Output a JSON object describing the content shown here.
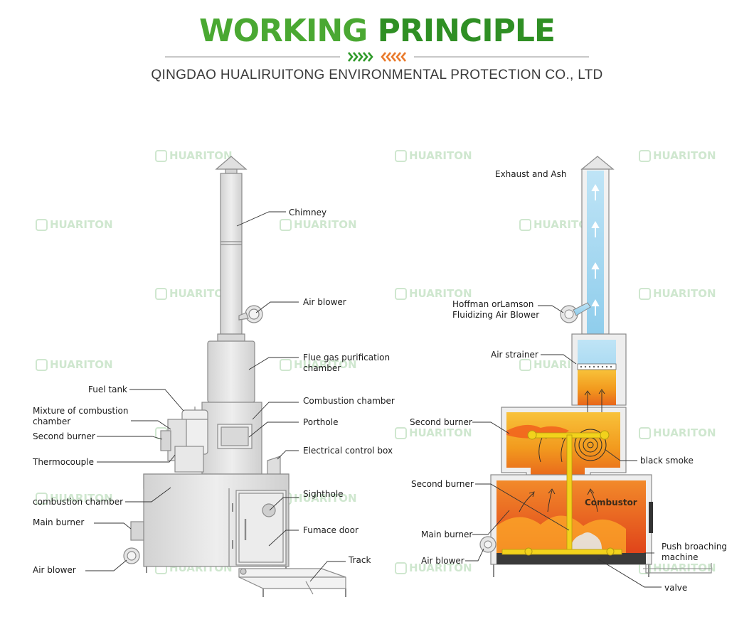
{
  "header": {
    "title_part1": "WORKING",
    "title_part2": "PRINCIPLE",
    "subtitle": "QINGDAO HUALIRUITONG ENVIRONMENTAL PROTECTION CO., LTD"
  },
  "watermark": {
    "text": "HUARITON"
  },
  "colors": {
    "title_green_light": "#4aa832",
    "title_green_dark": "#2f8f24",
    "arrow_green": "#2f9a2a",
    "arrow_orange": "#e97a2c",
    "machine_gray": "#e3e3e3",
    "outline_gray": "#8a8a8a",
    "flame_orange": "#f29a1e",
    "flame_red": "#e2561c",
    "smoke_blue": "#a8d8f0",
    "pipe_yellow": "#f2d21c"
  },
  "left_diagram": {
    "labels": {
      "chimney": "Chimney",
      "air_blower_top": "Air blower",
      "flue_gas_line1": "Flue gas purification",
      "flue_gas_line2": "chamber",
      "fuel_tank": "Fuel tank",
      "mixture_line1": "Mixture of combustion",
      "mixture_line2": "chamber",
      "combustion_chamber_upper": "Combustion chamber",
      "second_burner": "Second burner",
      "porthole": "Porthole",
      "thermocouple": "Thermocouple",
      "electrical_control_box": "Electrical control box",
      "sighthole": "Sighthole",
      "combustion_chamber_lower": "combustion chamber",
      "main_burner": "Main burner",
      "furnace_door": "Fumace door",
      "track": "Track",
      "air_blower_bottom": "Air blower"
    }
  },
  "right_diagram": {
    "labels": {
      "exhaust_and_ash": "Exhaust and Ash",
      "hoffman_line1": "Hoffman orLamson",
      "hoffman_line2": "Fluidizing Air Blower",
      "air_strainer": "Air strainer",
      "second_burner_upper": "Second burner",
      "black_smoke": "black smoke",
      "second_burner_lower": "Second burner",
      "combustor": "Combustor",
      "main_burner": "Main burner",
      "air_blower": "Air blower",
      "push_line1": "Push broaching",
      "push_line2": "machine",
      "valve": "valve"
    }
  }
}
